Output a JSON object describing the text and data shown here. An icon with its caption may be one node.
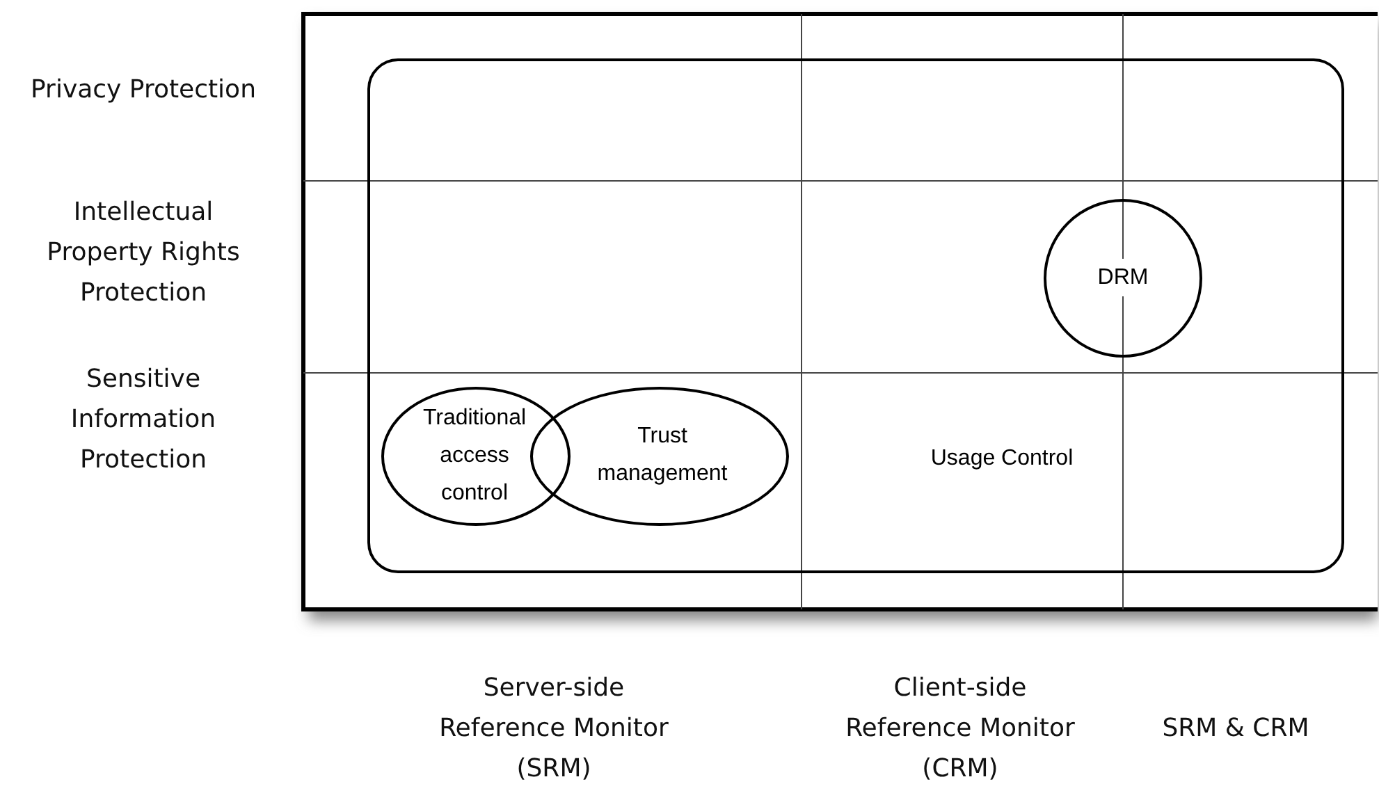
{
  "diagram": {
    "nodes": [
      {
        "text": [
          "Usage Control"
        ]
      },
      {
        "text": [
          "DRM"
        ],
        "in": 0
      },
      {
        "text": [
          "Traditional access control"
        ],
        "in": 0
      },
      {
        "text": [
          "Trust management"
        ],
        "in": 0
      }
    ],
    "labels": [
      "Privacy Protection",
      "Intellectual Property Rights Protection",
      "Sensitive Information Protection",
      "Server-side Reference Monitor (SRM)",
      "Client-side Reference Monitor (CRM)",
      "SRM & CRM"
    ]
  }
}
